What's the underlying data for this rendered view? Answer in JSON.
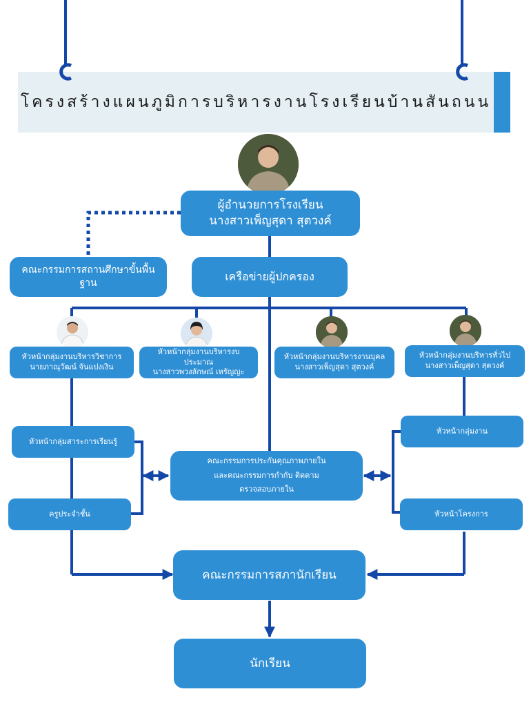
{
  "title": "โครงสร้างแผนภูมิการบริหารงานโรงเรียนบ้านสันถนน",
  "nodes": {
    "director_title": "ผู้อำนวยการโรงเรียน",
    "director_name": "นางสาวเพ็ญสุดา สุตวงค์",
    "basic_committee": "คณะกรรมการสถานศึกษาขั้นพื้นฐาน",
    "parent_network": "เครือข่ายผู้ปกครอง",
    "academic_head_title": "หัวหน้ากลุ่มงานบริหารวิชาการ",
    "academic_head_name": "นายภาณุวัฒน์  จันแปงเงิน",
    "budget_head_title": "หัวหน้ากลุ่มงานบริหารงบประมาณ",
    "budget_head_name": "นางสาวพวงลักษณ์ เหรัญญะ",
    "personnel_head_title": "หัวหน้ากลุ่มงานบริหารงานบุคล",
    "personnel_head_name": "นางสาวเพ็ญสุดา สุตวงค์",
    "general_head_title": "หัวหน้ากลุ่มงานบริหารทั่วไป",
    "general_head_name": "นางสาวเพ็ญสุดา สุตวงค์",
    "learning_area_head": "หัวหน้ากลุ่มสาระการเรียนรู้",
    "homeroom_teacher": "ครูประจำชั้น",
    "qa_line1": "คณะกรรมการประกันคุณภาพภายใน",
    "qa_line2": "และคณะกรรมการกำกับ ติดตาม",
    "qa_line3": "ตรวจสอบภายใน",
    "work_group_head": "หัวหน้ากลุ่มงาน",
    "project_head": "หัวหน้าโครงการ",
    "student_council": "คณะกรรมการสภานักเรียน",
    "students": "นักเรียน"
  },
  "colors": {
    "node_fill": "#2f8fd5",
    "connector": "#1448a8",
    "banner_bg": "#e6eff4",
    "banner_accent": "#2f8fd5",
    "node_text": "#ffffff"
  }
}
